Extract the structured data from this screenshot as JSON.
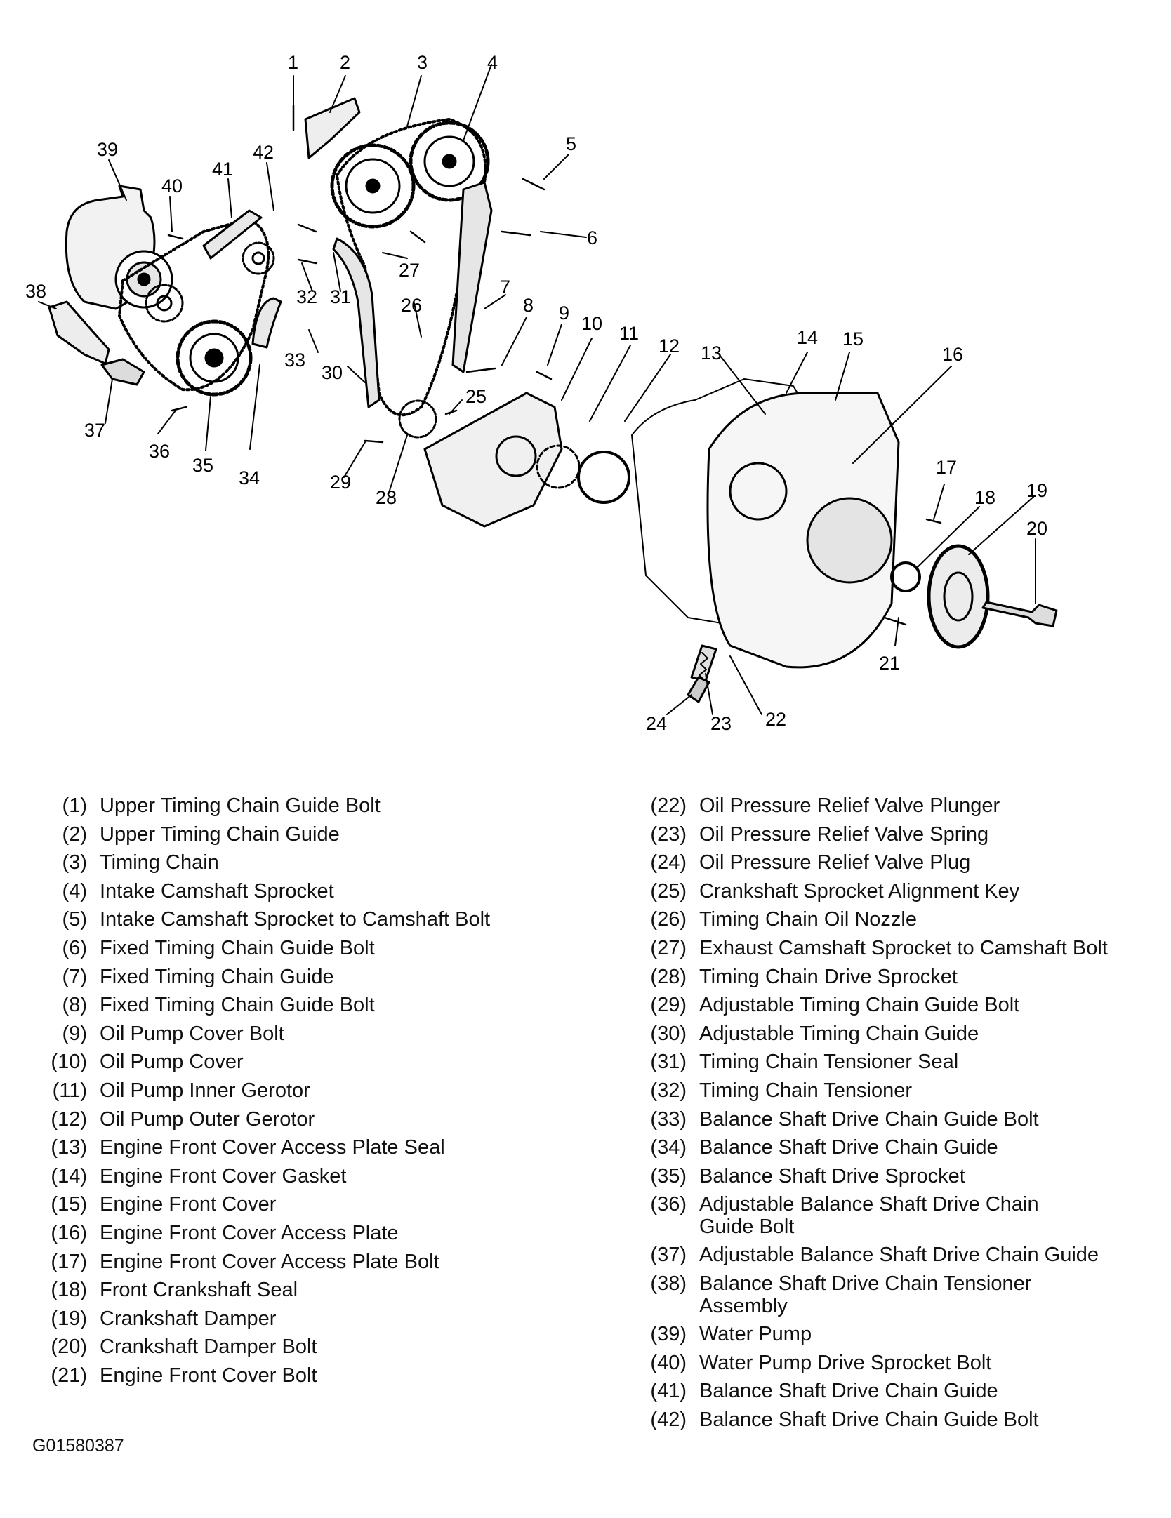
{
  "figure_id": "G01580387",
  "callouts": [
    "1",
    "2",
    "3",
    "4",
    "5",
    "6",
    "7",
    "8",
    "9",
    "10",
    "11",
    "12",
    "13",
    "14",
    "15",
    "16",
    "17",
    "18",
    "19",
    "20",
    "21",
    "22",
    "23",
    "24",
    "25",
    "26",
    "27",
    "28",
    "29",
    "30",
    "31",
    "32",
    "33",
    "34",
    "35",
    "36",
    "37",
    "38",
    "39",
    "40",
    "41",
    "42"
  ],
  "legend_left": [
    {
      "num": "(1)",
      "text": "Upper Timing Chain Guide Bolt"
    },
    {
      "num": "(2)",
      "text": "Upper Timing Chain Guide"
    },
    {
      "num": "(3)",
      "text": "Timing Chain"
    },
    {
      "num": "(4)",
      "text": "Intake Camshaft Sprocket"
    },
    {
      "num": "(5)",
      "text": "Intake Camshaft Sprocket to Camshaft Bolt"
    },
    {
      "num": "(6)",
      "text": "Fixed Timing Chain Guide Bolt"
    },
    {
      "num": "(7)",
      "text": "Fixed Timing Chain Guide"
    },
    {
      "num": "(8)",
      "text": "Fixed Timing Chain Guide Bolt"
    },
    {
      "num": "(9)",
      "text": "Oil Pump Cover Bolt"
    },
    {
      "num": "(10)",
      "text": "Oil Pump Cover"
    },
    {
      "num": "(11)",
      "text": "Oil Pump Inner Gerotor"
    },
    {
      "num": "(12)",
      "text": "Oil Pump Outer Gerotor"
    },
    {
      "num": "(13)",
      "text": "Engine Front Cover Access Plate Seal"
    },
    {
      "num": "(14)",
      "text": "Engine Front Cover Gasket"
    },
    {
      "num": "(15)",
      "text": "Engine Front Cover"
    },
    {
      "num": "(16)",
      "text": "Engine Front Cover Access Plate"
    },
    {
      "num": "(17)",
      "text": "Engine Front Cover Access Plate Bolt"
    },
    {
      "num": "(18)",
      "text": "Front Crankshaft Seal"
    },
    {
      "num": "(19)",
      "text": "Crankshaft Damper"
    },
    {
      "num": "(20)",
      "text": "Crankshaft Damper Bolt"
    },
    {
      "num": "(21)",
      "text": "Engine Front Cover Bolt"
    }
  ],
  "legend_right": [
    {
      "num": "(22)",
      "text": "Oil Pressure Relief Valve Plunger"
    },
    {
      "num": "(23)",
      "text": "Oil Pressure Relief Valve Spring"
    },
    {
      "num": "(24)",
      "text": "Oil Pressure Relief Valve Plug"
    },
    {
      "num": "(25)",
      "text": "Crankshaft Sprocket Alignment Key"
    },
    {
      "num": "(26)",
      "text": "Timing Chain Oil Nozzle"
    },
    {
      "num": "(27)",
      "text": "Exhaust Camshaft Sprocket to Camshaft Bolt"
    },
    {
      "num": "(28)",
      "text": "Timing Chain Drive Sprocket"
    },
    {
      "num": "(29)",
      "text": "Adjustable Timing Chain Guide Bolt"
    },
    {
      "num": "(30)",
      "text": "Adjustable Timing Chain Guide"
    },
    {
      "num": "(31)",
      "text": "Timing Chain Tensioner Seal"
    },
    {
      "num": "(32)",
      "text": "Timing Chain Tensioner"
    },
    {
      "num": "(33)",
      "text": "Balance Shaft Drive Chain Guide Bolt"
    },
    {
      "num": "(34)",
      "text": "Balance Shaft Drive Chain Guide"
    },
    {
      "num": "(35)",
      "text": "Balance Shaft Drive Sprocket"
    },
    {
      "num": "(36)",
      "text": "Adjustable Balance Shaft Drive Chain Guide Bolt",
      "wrap": true
    },
    {
      "num": "(37)",
      "text": "Adjustable Balance Shaft Drive Chain Guide"
    },
    {
      "num": "(38)",
      "text": "Balance Shaft Drive Chain Tensioner Assembly",
      "wrap": true
    },
    {
      "num": "(39)",
      "text": "Water Pump"
    },
    {
      "num": "(40)",
      "text": "Water Pump Drive Sprocket Bolt"
    },
    {
      "num": "(41)",
      "text": "Balance Shaft Drive Chain Guide"
    },
    {
      "num": "(42)",
      "text": "Balance Shaft Drive Chain Guide Bolt"
    }
  ]
}
